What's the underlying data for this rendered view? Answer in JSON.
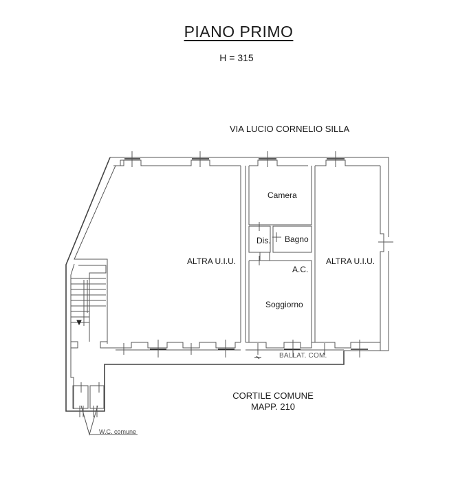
{
  "drawing": {
    "title": "PIANO PRIMO",
    "height_label": "H = 315",
    "street_label": "VIA LUCIO CORNELIO SILLA",
    "courtyard": {
      "line1": "CORTILE COMUNE",
      "line2": "MAPP. 210"
    },
    "balcony_label": "BALLAT. COM.",
    "wc_label": "W.C. comune",
    "rooms": {
      "left_unit": "ALTRA U.I.U.",
      "camera": "Camera",
      "dis": "Dis.",
      "bagno": "Bagno",
      "ac": "A.C.",
      "soggiorno": "Soggiorno",
      "right_unit": "ALTRA U.I.U."
    },
    "colors": {
      "line": "#555555",
      "line_dark": "#222222",
      "text": "#1a1a1a",
      "background": "#ffffff"
    }
  }
}
